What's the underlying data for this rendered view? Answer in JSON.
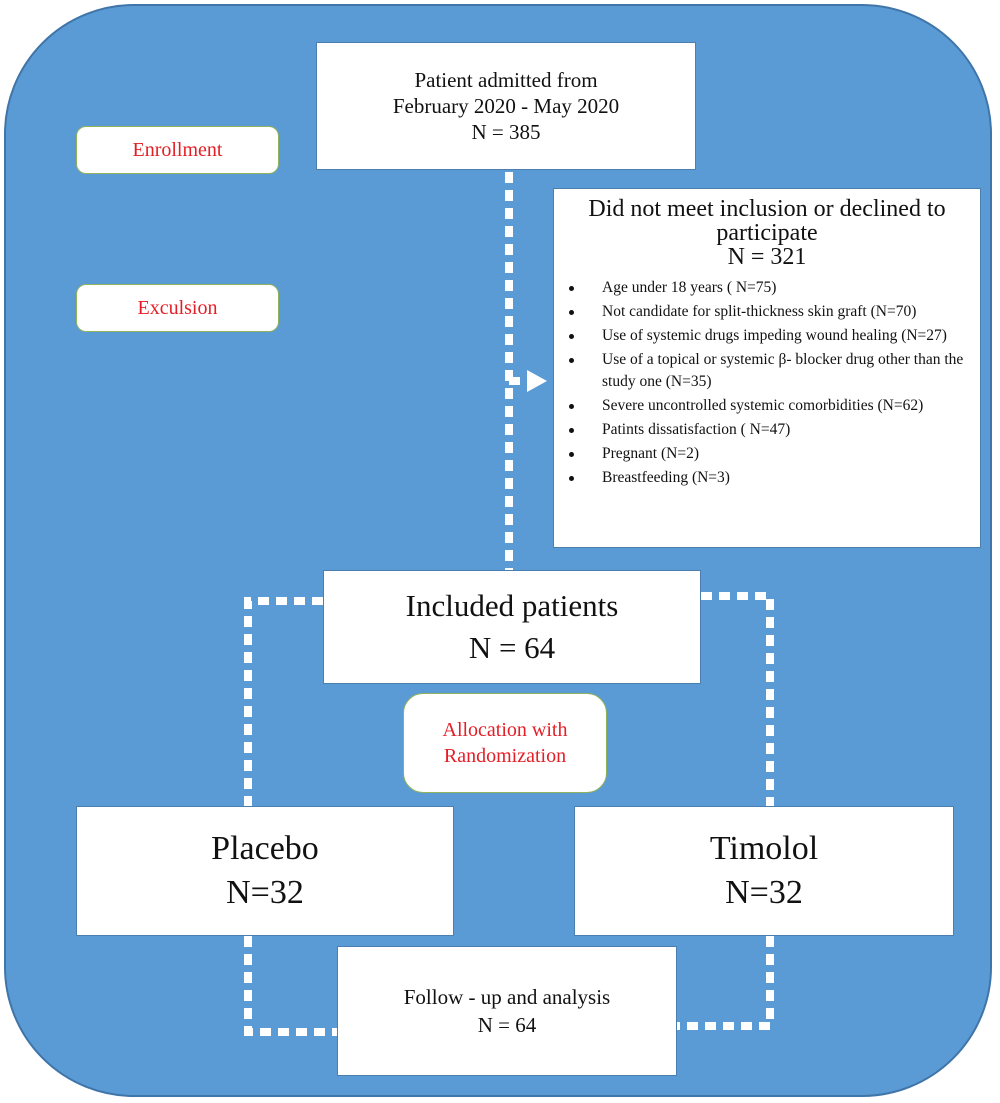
{
  "colors": {
    "panel_background": "#5b9bd5",
    "box_background": "#ffffff",
    "label_text": "#e41e26",
    "body_text": "#111111",
    "connector": "#ffffff"
  },
  "stage_labels": {
    "enrollment": "Enrollment",
    "exclusion": "Exculsion",
    "allocation": [
      "Allocation with",
      "Randomization"
    ]
  },
  "admitted": {
    "lines": [
      "Patient admitted from",
      "February 2020 - May 2020",
      "N = 385"
    ]
  },
  "excluded": {
    "title": [
      "Did not meet inclusion or declined to",
      "participate"
    ],
    "count": "N = 321",
    "reasons": [
      "Age under 18 years ( N=75)",
      "Not candidate for split-thickness skin graft (N=70)",
      "Use of systemic drugs impeding wound healing (N=27)",
      "Use of a topical or systemic β- blocker drug other than the study one (N=35)",
      "Severe uncontrolled systemic comorbidities (N=62)",
      "Patints dissatisfaction ( N=47)",
      "Pregnant (N=2)",
      "Breastfeeding (N=3)"
    ]
  },
  "included": {
    "title": "Included patients",
    "count": "N = 64"
  },
  "placebo": {
    "title": "Placebo",
    "count": "N=32"
  },
  "timolol": {
    "title": "Timolol",
    "count": "N=32"
  },
  "followup": {
    "title": "Follow - up and analysis",
    "count": "N = 64"
  }
}
